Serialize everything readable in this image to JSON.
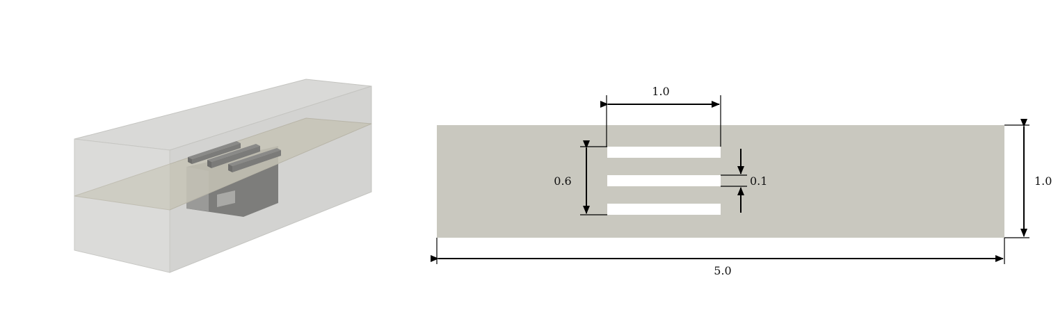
{
  "figure": {
    "dimensions": {
      "width_label": "1.0",
      "plate_height_label": "0.6",
      "slot_gap_label": "0.1",
      "height_label": "1.0",
      "length_label": "5.0"
    },
    "colors": {
      "plate": "#c9c8bf",
      "box_glass": "#d3d3d1",
      "box_edge": "#b9b9b5",
      "slots": "#ffffff",
      "lines": "#000000"
    }
  }
}
